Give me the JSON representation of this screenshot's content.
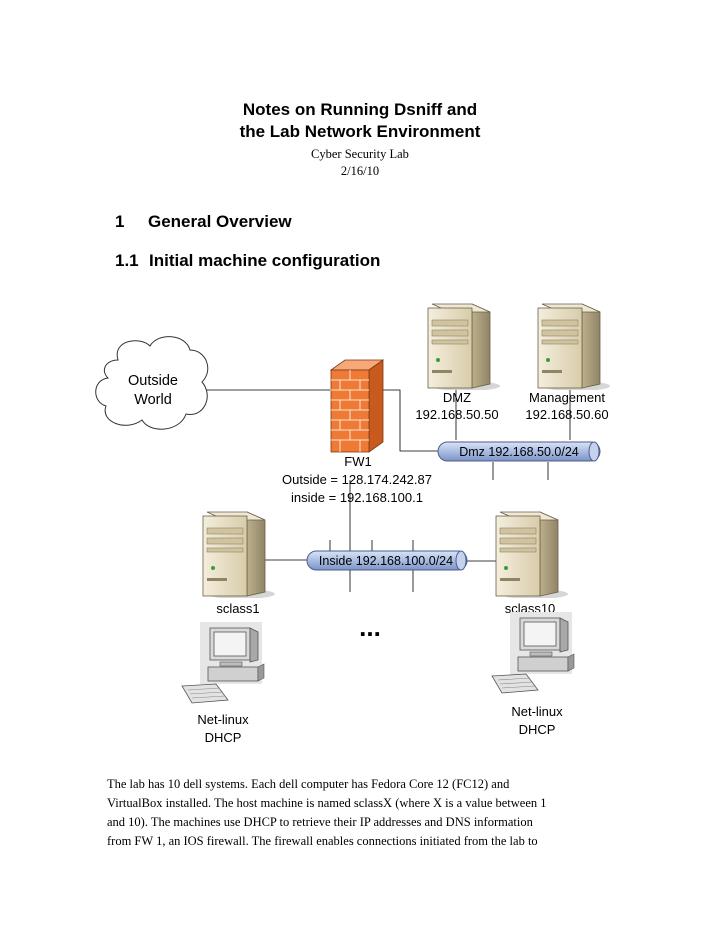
{
  "document": {
    "title_line1": "Notes on Running Dsniff and",
    "title_line2": "the Lab Network Environment",
    "organization": "Cyber Security Lab",
    "date": "2/16/10"
  },
  "sections": {
    "s1": {
      "number": "1",
      "title": "General Overview"
    },
    "s1_1": {
      "number": "1.1",
      "title": "Initial machine configuration"
    }
  },
  "diagram": {
    "cloud": {
      "line1": "Outside",
      "line2": "World"
    },
    "firewall": {
      "name": "FW1",
      "outside": "Outside = 128.174.242.87",
      "inside": "inside = 192.168.100.1"
    },
    "dmz_server": {
      "name": "DMZ",
      "ip": "192.168.50.50"
    },
    "mgmt_server": {
      "name": "Management",
      "ip": "192.168.50.60"
    },
    "dmz_bus": "Dmz 192.168.50.0/24",
    "inside_bus": "Inside 192.168.100.0/24",
    "sclass1": "sclass1",
    "sclass10": "sclass10",
    "ellipsis": "...",
    "client_left": {
      "line1": "Net-linux",
      "line2": "DHCP"
    },
    "client_right": {
      "line1": "Net-linux",
      "line2": "DHCP"
    }
  },
  "paragraph": [
    "The lab has 10  dell systems.  Each dell computer has Fedora Core 12 (FC12) and",
    "VirtualBox installed.  The host machine is named sclassX (where X is a value between 1",
    "and 10).  The machines use DHCP to retrieve their IP addresses and DNS information",
    "from FW 1, an IOS firewall.  The firewall enables connections initiated from the lab to"
  ],
  "colors": {
    "bus_fill": "#a9bde3",
    "bus_stroke": "#4c5d8c",
    "firewall": "#ef7a35",
    "server_body": "#e6dcc3"
  }
}
